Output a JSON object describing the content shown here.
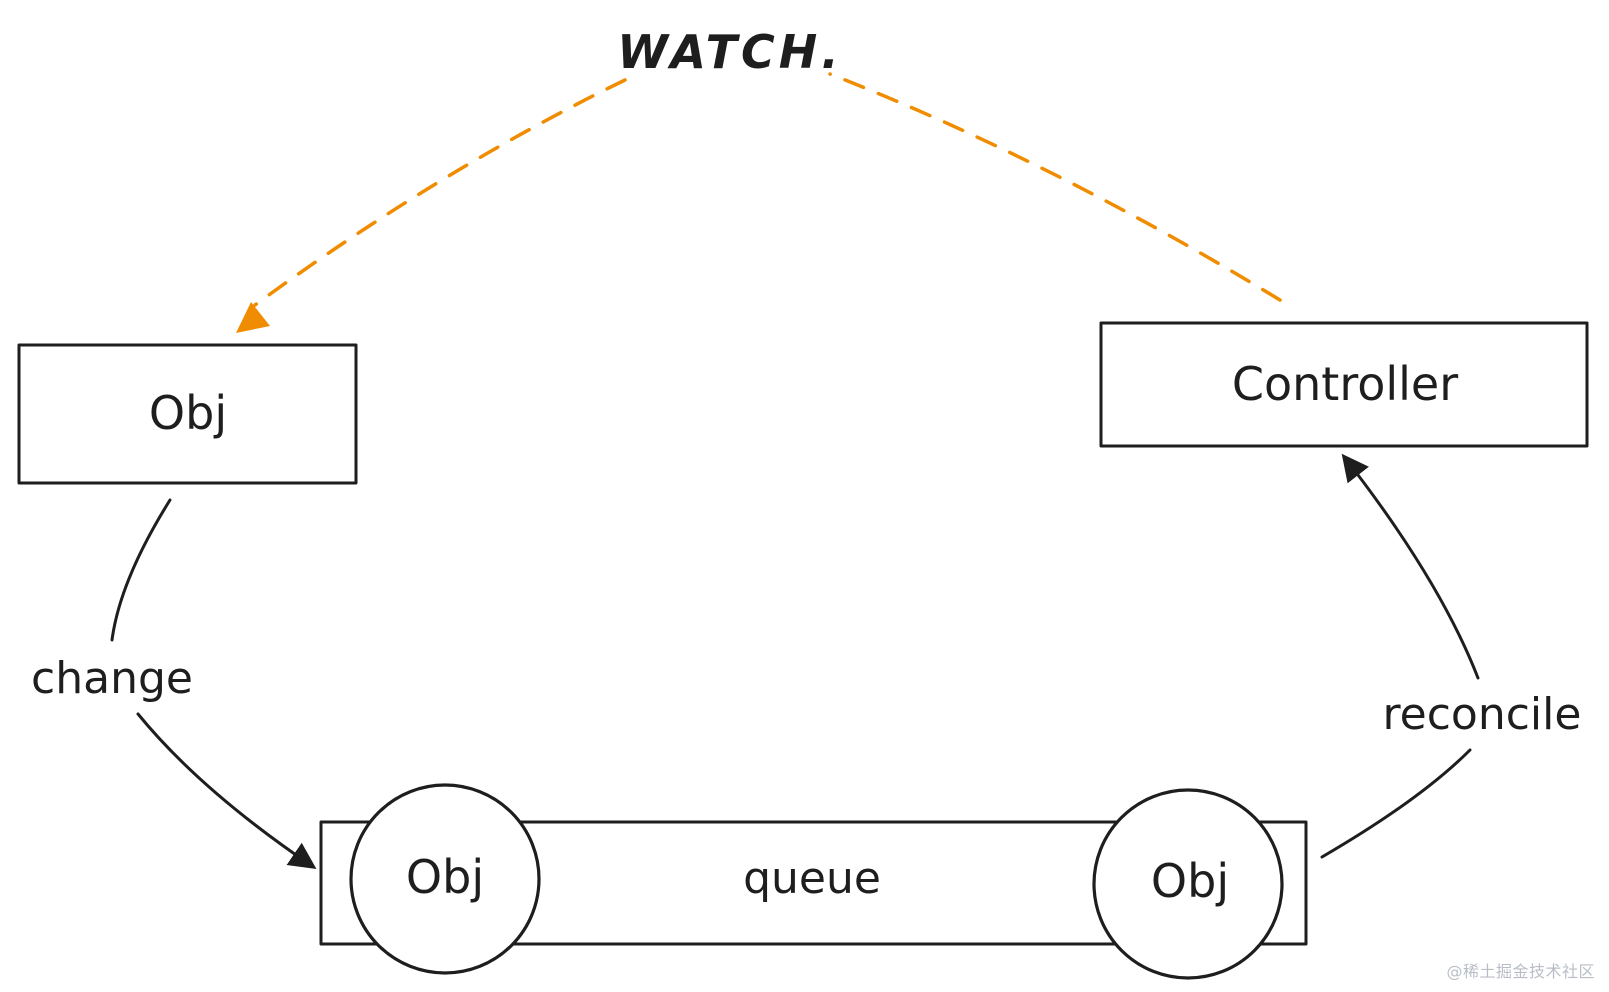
{
  "colors": {
    "ink": "#1e1e1e",
    "accent": "#f08c00",
    "background": "#ffffff",
    "watermark": "#b9bec6"
  },
  "nodes": {
    "obj_top": {
      "label": "Obj"
    },
    "controller": {
      "label": "Controller"
    },
    "queue": {
      "label": "queue"
    },
    "queue_obj_left": {
      "label": "Obj"
    },
    "queue_obj_right": {
      "label": "Obj"
    }
  },
  "edges": {
    "watch": {
      "label": "WATCH."
    },
    "change": {
      "label": "change"
    },
    "reconcile": {
      "label": "reconcile"
    }
  },
  "watermark": {
    "text": "@稀土掘金技术社区"
  }
}
